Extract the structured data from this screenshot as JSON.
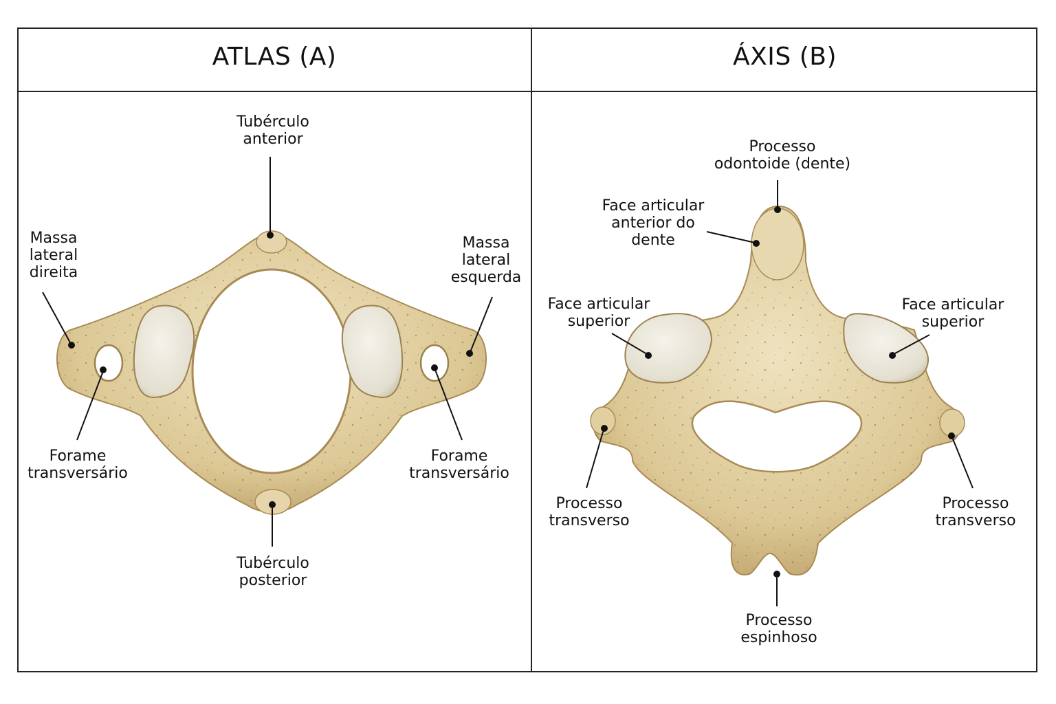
{
  "panels": [
    {
      "title": "ATLAS (A)"
    },
    {
      "title": "ÁXIS (B)"
    }
  ],
  "labels": {
    "atlas_tuberculo_anterior": "Tubérculo\nanterior",
    "atlas_massa_direita": "Massa\nlateral\ndireita",
    "atlas_massa_esquerda": "Massa\nlateral\nesquerda",
    "atlas_forame_direito": "Forame\ntransversário",
    "atlas_forame_esquerdo": "Forame\ntransversário",
    "atlas_tuberculo_posterior": "Tubérculo\nposterior",
    "axis_processo_odontoide": "Processo\nodontoide (dente)",
    "axis_face_anterior_dente": "Face articular\nanterior do\ndente",
    "axis_face_superior_direita": "Face articular\nsuperior",
    "axis_face_superior_esquerda": "Face articular\nsuperior",
    "axis_processo_transverso_direito": "Processo\ntransverso",
    "axis_processo_transverso_esquerdo": "Processo\ntransverso",
    "axis_processo_espinhoso": "Processo\nespinhoso"
  },
  "colors": {
    "bone": "#e3d2a8",
    "bone_shadow": "#b99b64",
    "cartilage": "#eeebe0",
    "line": "#111111"
  }
}
